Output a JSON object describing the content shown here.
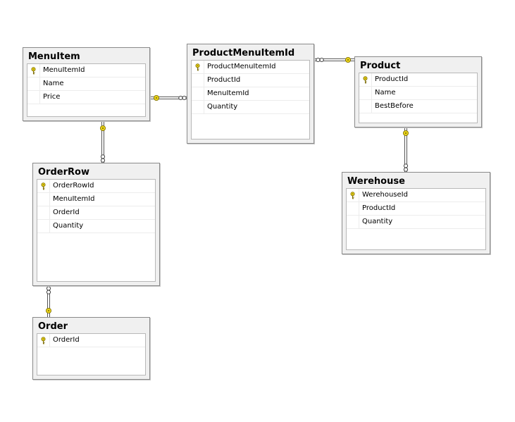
{
  "tables": [
    {
      "id": "menuitem",
      "name": "MenuItem",
      "columns": [
        {
          "name": "MenuItemId",
          "icon": "primary-key-icon"
        },
        {
          "name": "Name",
          "icon": ""
        },
        {
          "name": "Price",
          "icon": ""
        }
      ]
    },
    {
      "id": "productmenuitemid",
      "name": "ProductMenuItemId",
      "columns": [
        {
          "name": "ProductMenuItemId",
          "icon": "primary-key-icon"
        },
        {
          "name": "ProductId",
          "icon": ""
        },
        {
          "name": "MenuItemId",
          "icon": ""
        },
        {
          "name": "Quantity",
          "icon": ""
        }
      ]
    },
    {
      "id": "product",
      "name": "Product",
      "columns": [
        {
          "name": "ProductId",
          "icon": "primary-key-icon"
        },
        {
          "name": "Name",
          "icon": ""
        },
        {
          "name": "BestBefore",
          "icon": ""
        }
      ]
    },
    {
      "id": "orderrow",
      "name": "OrderRow",
      "columns": [
        {
          "name": "OrderRowId",
          "icon": "primary-key-icon"
        },
        {
          "name": "MenuItemId",
          "icon": ""
        },
        {
          "name": "OrderId",
          "icon": ""
        },
        {
          "name": "Quantity",
          "icon": ""
        }
      ]
    },
    {
      "id": "werehouse",
      "name": "Werehouse",
      "columns": [
        {
          "name": "WerehouseId",
          "icon": "primary-key-icon"
        },
        {
          "name": "ProductId",
          "icon": ""
        },
        {
          "name": "Quantity",
          "icon": ""
        }
      ]
    },
    {
      "id": "order",
      "name": "Order",
      "columns": [
        {
          "name": "OrderId",
          "icon": "primary-key-icon"
        }
      ]
    }
  ],
  "relationships": [
    {
      "from": "menuitem",
      "to": "productmenuitemid",
      "one_end": "menuitem",
      "many_end": "productmenuitemid"
    },
    {
      "from": "productmenuitemid",
      "to": "product",
      "one_end": "product",
      "many_end": "productmenuitemid"
    },
    {
      "from": "menuitem",
      "to": "orderrow",
      "one_end": "menuitem",
      "many_end": "orderrow"
    },
    {
      "from": "orderrow",
      "to": "order",
      "one_end": "order",
      "many_end": "orderrow"
    },
    {
      "from": "product",
      "to": "werehouse",
      "one_end": "product",
      "many_end": "werehouse"
    }
  ],
  "colors": {
    "key": "#e8d21a",
    "key_stroke": "#7a6a00",
    "line": "#555555",
    "window_border": "#8a8a8a",
    "window_bg": "#f0f0f0"
  }
}
